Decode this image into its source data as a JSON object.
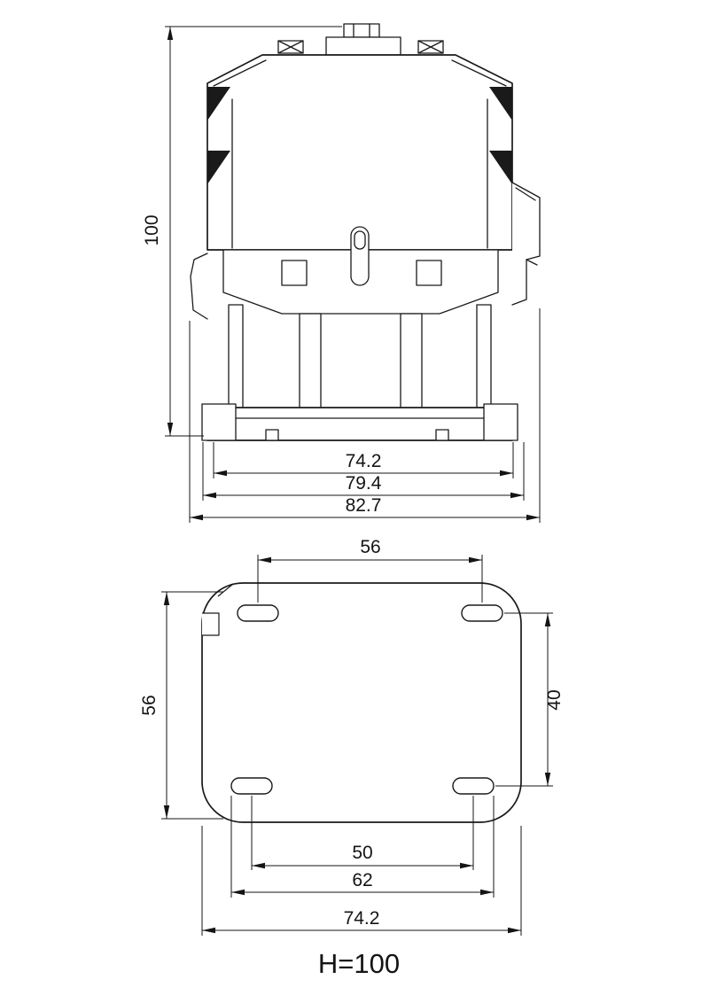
{
  "front_view": {
    "dim_height": "100",
    "dim_width_inner": "74.2",
    "dim_width_mid": "79.4",
    "dim_width_outer": "82.7"
  },
  "bottom_view": {
    "dim_slot_span_top": "56",
    "dim_depth": "56",
    "dim_slot_row_spacing": "40",
    "dim_slot_span_inner": "50",
    "dim_slot_span_outer": "62",
    "dim_overall_width": "74.2"
  },
  "caption": "H=100"
}
